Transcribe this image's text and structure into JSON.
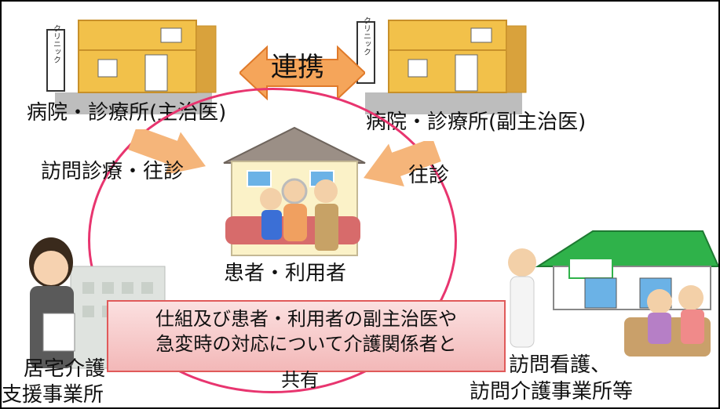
{
  "labels": {
    "renkei": "連携",
    "hospital_main": "病院・診療所(主治医)",
    "hospital_sub": "病院・診療所(副主治医)",
    "visit_left": "訪問診療・往診",
    "visit_right": "往診",
    "patient": "患者・利用者",
    "care_support": "居宅介護支援事業所",
    "care_support_line1": "居宅介護",
    "care_support_line2": "支援事業所",
    "nursing": "訪問看護、訪問介護事業所等",
    "nursing_line1": "訪問看護、",
    "nursing_line2": "訪問介護事業所等",
    "clinic_sign": "クリニック"
  },
  "note": {
    "line1": "仕組及び患者・利用者の副主治医や",
    "line2": "急変時の対応について介護関係者と",
    "line3": "共有"
  },
  "colors": {
    "building": "#f2c14a",
    "arrow": "#f5a55a",
    "circle": "#e8356f",
    "note_bg": "#f6c8c8",
    "note_border": "#e05a5a",
    "station_roof": "#2fb24a"
  }
}
